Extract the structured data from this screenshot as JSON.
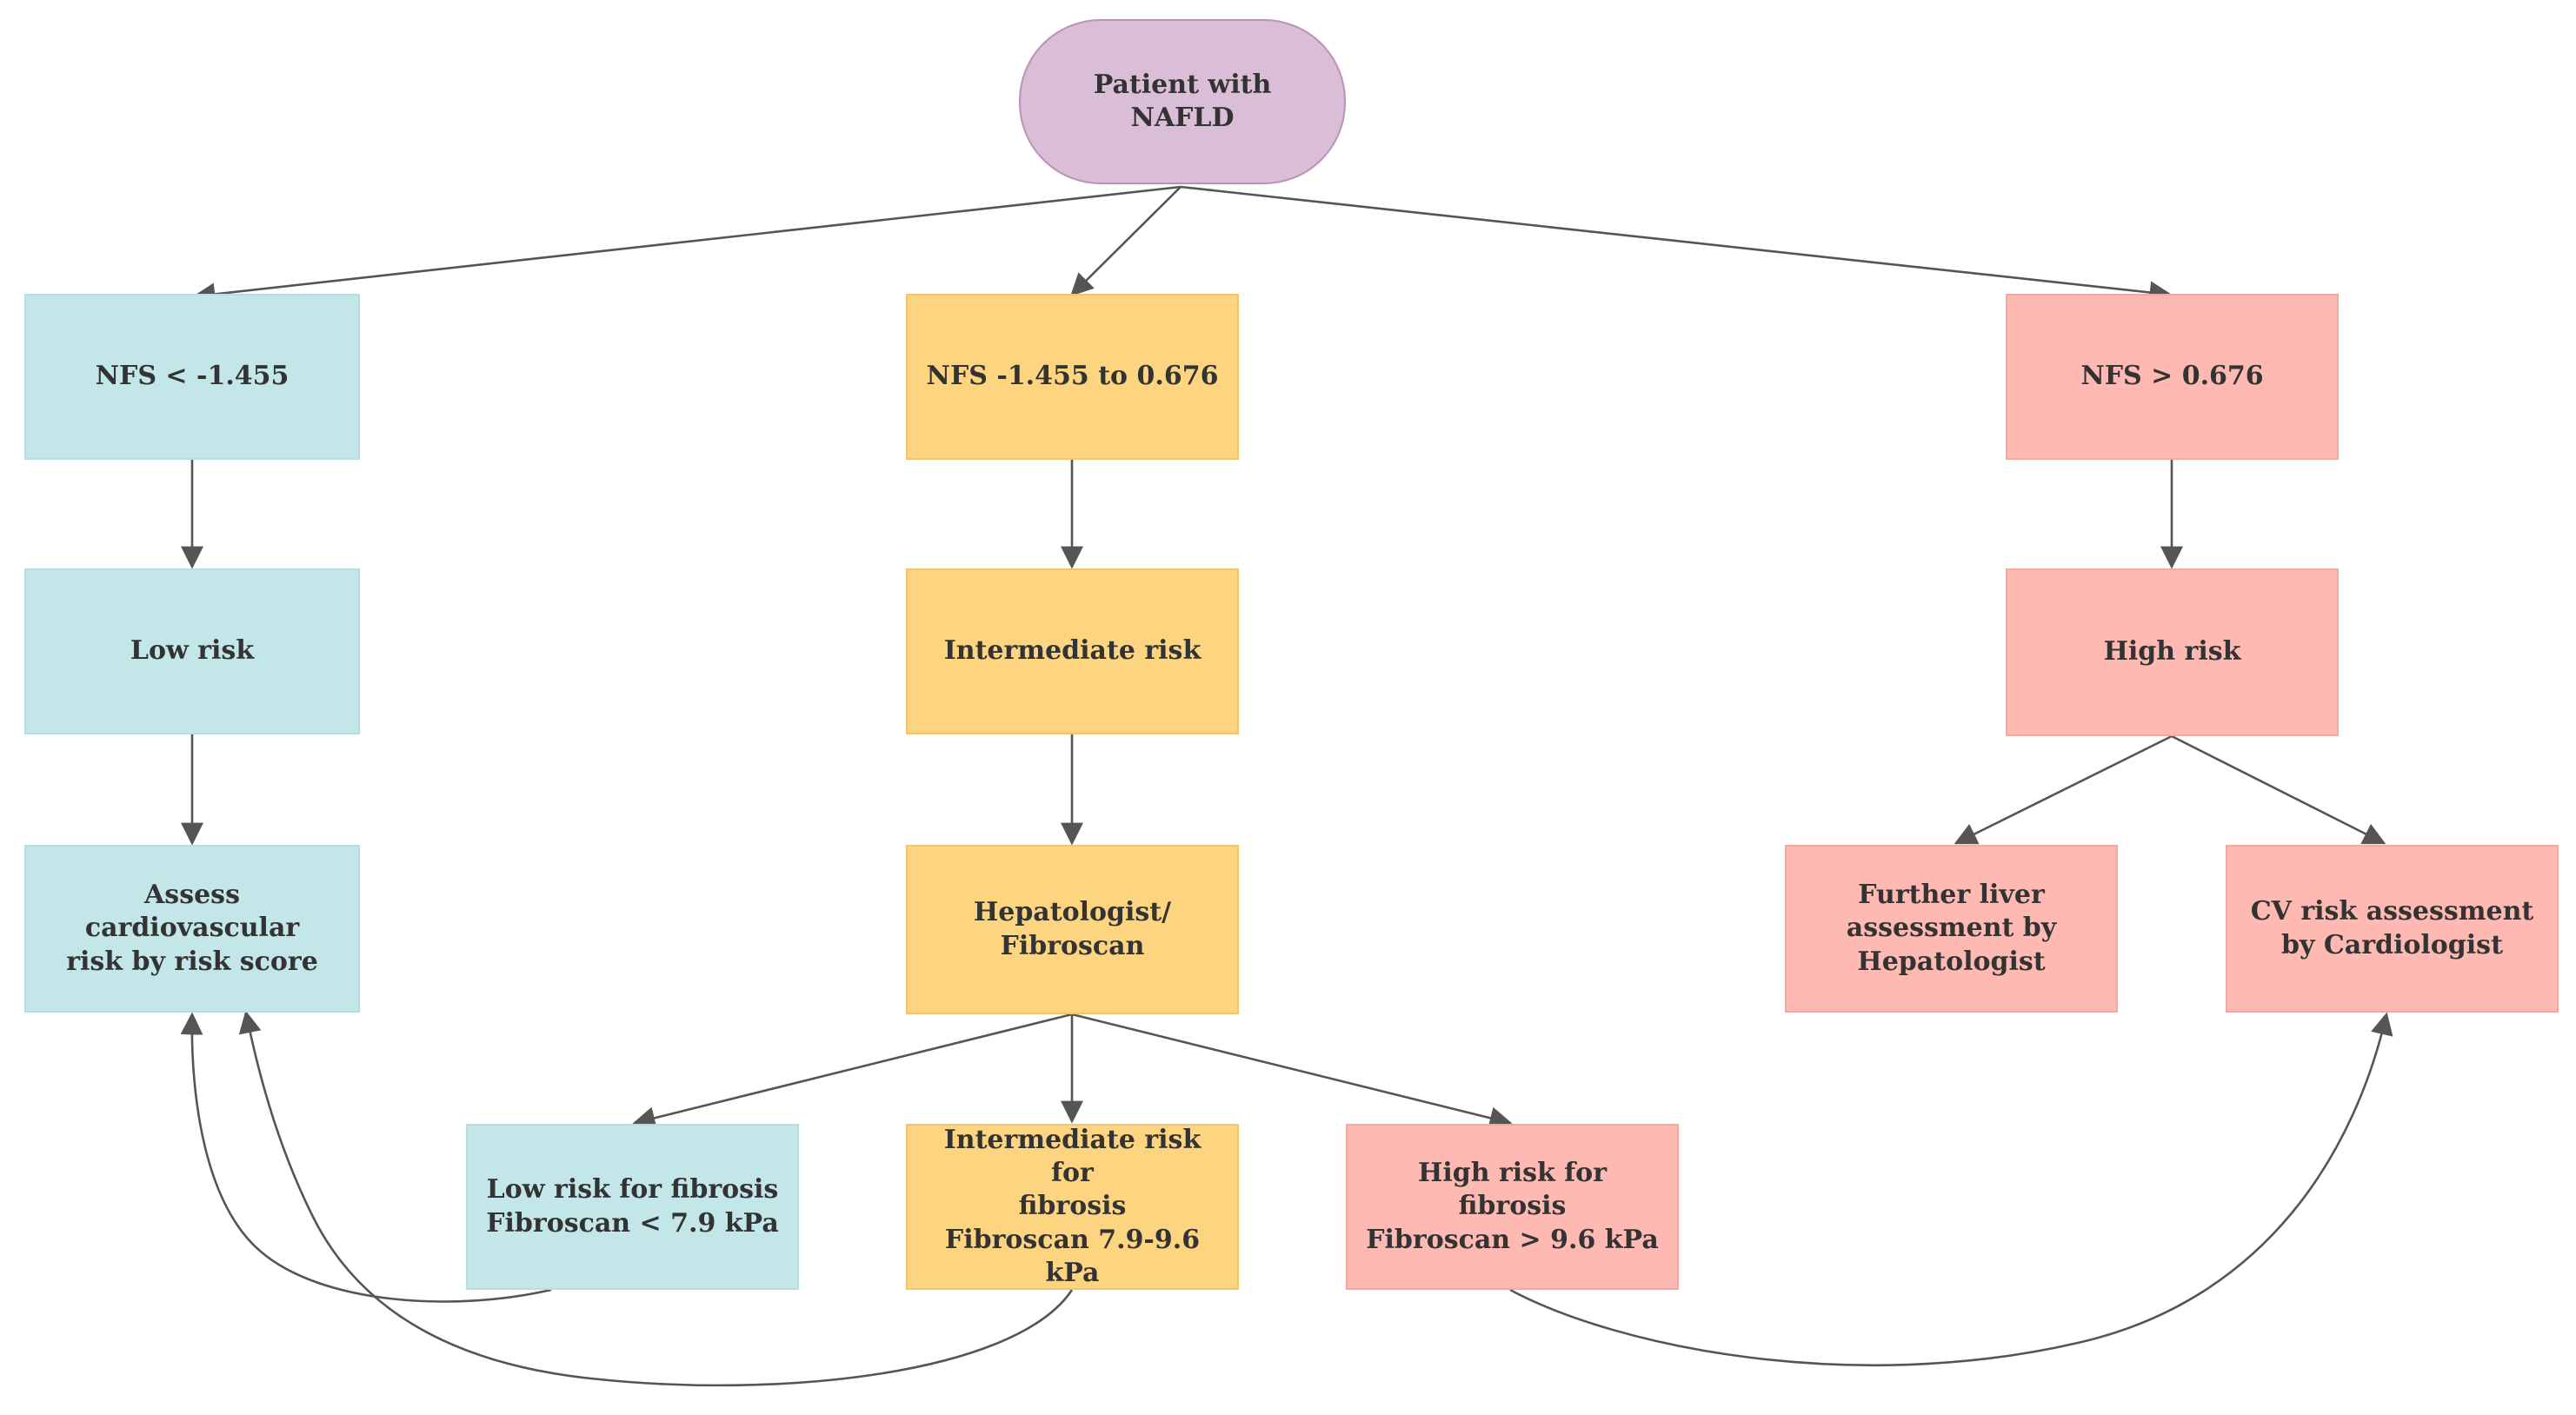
{
  "start": {
    "label": "Patient with\nNAFLD"
  },
  "branches": {
    "low": {
      "nfs": "NFS < -1.455",
      "risk": "Low risk",
      "action": "Assess cardiovascular\nrisk by risk score"
    },
    "intermediate": {
      "nfs": "NFS -1.455 to 0.676",
      "risk": "Intermediate risk",
      "action": "Hepatologist/\nFibroscan",
      "outcomes": {
        "low": "Low risk for fibrosis\nFibroscan < 7.9 kPa",
        "intermediate": "Intermediate risk for\nfibrosis\nFibroscan 7.9-9.6 kPa",
        "high": "High risk for fibrosis\nFibroscan > 9.6 kPa"
      }
    },
    "high": {
      "nfs": "NFS > 0.676",
      "risk": "High risk",
      "liver": "Further liver\nassessment by\nHepatologist",
      "cv": "CV risk assessment\nby Cardiologist"
    }
  },
  "colors": {
    "low": "#c3e6e8",
    "intermediate": "#fdd581",
    "high": "#fdb9b2",
    "start": "#dabed8",
    "arrow": "#555555"
  }
}
